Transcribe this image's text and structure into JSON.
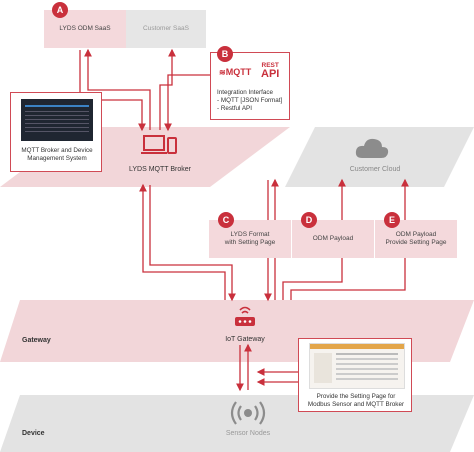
{
  "top": {
    "lyds_saas": "LYDS ODM SaaS",
    "customer_saas": "Customer SaaS"
  },
  "badges": {
    "a": "A",
    "b": "B",
    "c": "C",
    "d": "D",
    "e": "E"
  },
  "rest_box": {
    "mqtt_logo": "MQTT",
    "rest_logo_top": "REST",
    "rest_logo_bottom": "API",
    "line1": "Integration Interface",
    "line2": "- MQTT [JSON Format]",
    "line3": "- Restful API"
  },
  "broker": {
    "caption_line1": "MQTT Broker and Device",
    "caption_line2": "Management System",
    "label": "LYDS MQTT Broker"
  },
  "cloud": {
    "label": "Customer Cloud"
  },
  "payloads": {
    "c_line1": "LYDS Format",
    "c_line2": "with Setting Page",
    "d_line1": "ODM Payload",
    "e_line1": "ODM Payload",
    "e_line2": "Provide Setting Page"
  },
  "gateway": {
    "layer_label": "Gateway",
    "label": "IoT Gateway"
  },
  "setting_box": {
    "line1": "Provide the Setting Page for",
    "line2": "Modbus Sensor and MQTT Broker"
  },
  "device": {
    "layer_label": "Device",
    "label": "Sensor Nodes"
  },
  "colors": {
    "accent": "#c9303c",
    "plane_pink": "#f2d6d9",
    "plane_grey": "#e3e3e3"
  }
}
